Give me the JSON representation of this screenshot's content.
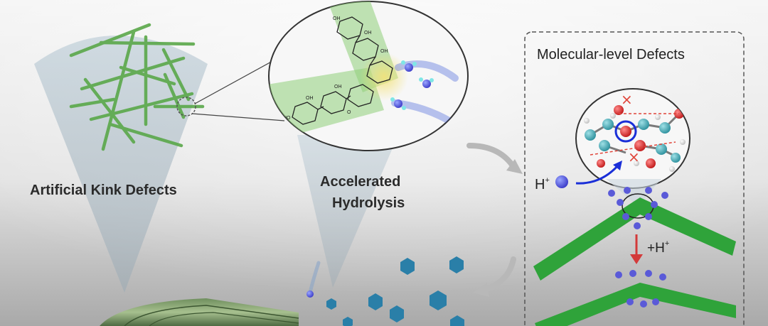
{
  "labels": {
    "artificial_kink": "Artificial Kink Defects",
    "accelerated_line1": "Accelerated",
    "accelerated_line2": "Hydrolysis",
    "molecular_defects": "Molecular-level Defects",
    "h_plus_base": "H",
    "h_plus_sup": "+",
    "add_h_base": "+H",
    "add_h_sup": "+",
    "cross_mark": "×",
    "hydroxyl": "OH",
    "ring_o": "O",
    "ring_ho": "HO"
  },
  "colors": {
    "fiber_green": "#2fa33a",
    "fiber_light": "#7cc36a",
    "glucose_blue": "#2a7fa8",
    "proton_purple": "#5a5ad8",
    "arrow_grey": "#b5b5b5",
    "arrow_red": "#d33a3a",
    "cross_red": "#e0453a"
  },
  "icons": [
    "proton-icon",
    "glucose-hexagon-icon",
    "water-molecule-icon"
  ]
}
